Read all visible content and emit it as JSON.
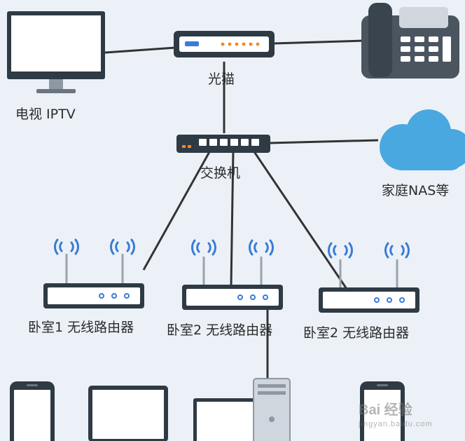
{
  "labels": {
    "modem": "光猫",
    "tv": "电视 IPTV",
    "switch": "交换机",
    "nas": "家庭NAS等",
    "router1": "卧室1 无线路由器",
    "router2": "卧室2 无线路由器",
    "router3": "卧室2 无线路由器"
  },
  "watermark": {
    "brand": "Bai 经验",
    "site": "jingyan.baidu.com"
  },
  "colors": {
    "line": "#333333",
    "device_body": "#2e3a44",
    "device_face": "#ffffff",
    "led_blue": "#3a7bd5",
    "led_orange": "#f08a24",
    "cloud": "#4aa8e0",
    "screen": "#ffffff"
  },
  "icons": [
    "monitor-icon",
    "modem-icon",
    "telephone-icon",
    "switch-icon",
    "cloud-icon",
    "wifi-router-icon",
    "phone-icon",
    "laptop-icon",
    "desktop-icon"
  ]
}
